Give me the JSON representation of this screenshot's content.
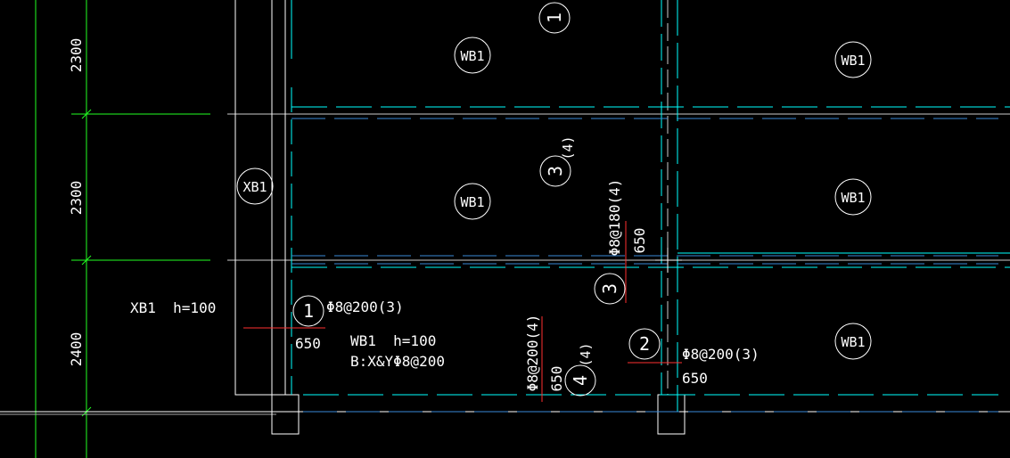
{
  "colors": {
    "background": "#000000",
    "axis_white": "#ffffff",
    "cyan": "#00ffff",
    "blue_dash": "#3a8ad8",
    "green": "#22ff22",
    "red": "#ff3030",
    "text": "#ffffff"
  },
  "dimensions": {
    "top": "2300",
    "middle": "2300",
    "bottom": "2400"
  },
  "slab_markers": {
    "wb1_top_left": "WB1",
    "wb1_top_right": "WB1",
    "wb1_mid_left": "WB1",
    "wb1_mid_right": "WB1",
    "wb1_bottom_right": "WB1",
    "xb1": "XB1"
  },
  "notes": {
    "xb1": "XB1  h=100",
    "wb1_line1": "WB1  h=100",
    "wb1_line2": "B:X&YΦ8@200"
  },
  "rebar": {
    "bar1_number": "1",
    "bar1_spec": "Φ8@200(3)",
    "bar1_length": "650",
    "bar1_top_number": "1",
    "bar2_number": "2",
    "bar2_spec": "Φ8@200(3)",
    "bar2_length": "650",
    "bar3_top_number": "3",
    "bar3_top_count": "(4)",
    "bar3_number": "3",
    "bar3_spec": "Φ8@180(4)",
    "bar3_length": "650",
    "bar4_number": "4",
    "bar4_count": "(4)",
    "bar4_spec": "Φ8@200(4)",
    "bar4_length": "650"
  }
}
